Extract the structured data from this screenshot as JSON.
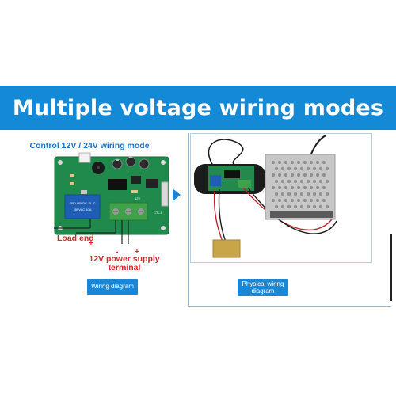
{
  "banner": {
    "title": "Multiple voltage wiring modes",
    "color": "#1489d6"
  },
  "wiring_panel": {
    "title": "Control 12V / 24V wiring mode",
    "load_end_label": "Load end",
    "supply_label": "12V power supply terminal",
    "plus_sign": "+",
    "minus_sign": "-",
    "button_label": "Wiring diagram",
    "board_markings": {
      "relay_text": "SRD-05VDC-SL-C",
      "terminal_text": "12V",
      "board_code": "CTL.5"
    }
  },
  "physical_panel": {
    "button_label": "Physical wiring diagram"
  },
  "colors": {
    "accent_blue": "#1489d6",
    "label_red": "#e5202a",
    "board_green": "#1f8a4c",
    "relay_blue": "#1e5fb5",
    "terminal_green": "#3fa14a"
  }
}
